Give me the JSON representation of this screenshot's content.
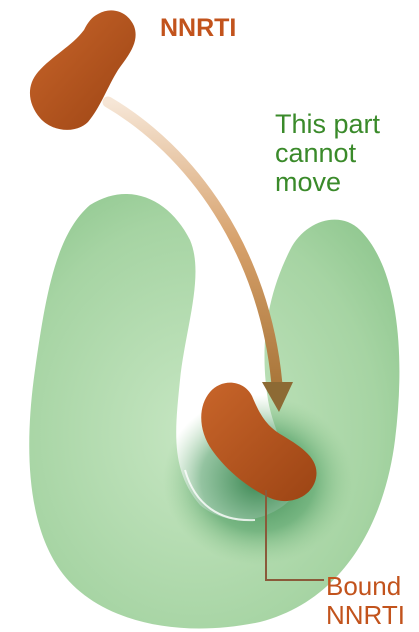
{
  "labels": {
    "nnrti": "NNRTI",
    "cannot_move": [
      "This part",
      "cannot",
      "move"
    ],
    "bound": [
      "Bound",
      "NNRTI"
    ]
  },
  "colors": {
    "enzyme": "#a9d6a6",
    "enzyme_dark": "#56a66b",
    "inhibitor": "#b5541c",
    "arrow": "#c98a4e",
    "label_orange": "#c2531c",
    "label_green": "#3a8a2a"
  }
}
